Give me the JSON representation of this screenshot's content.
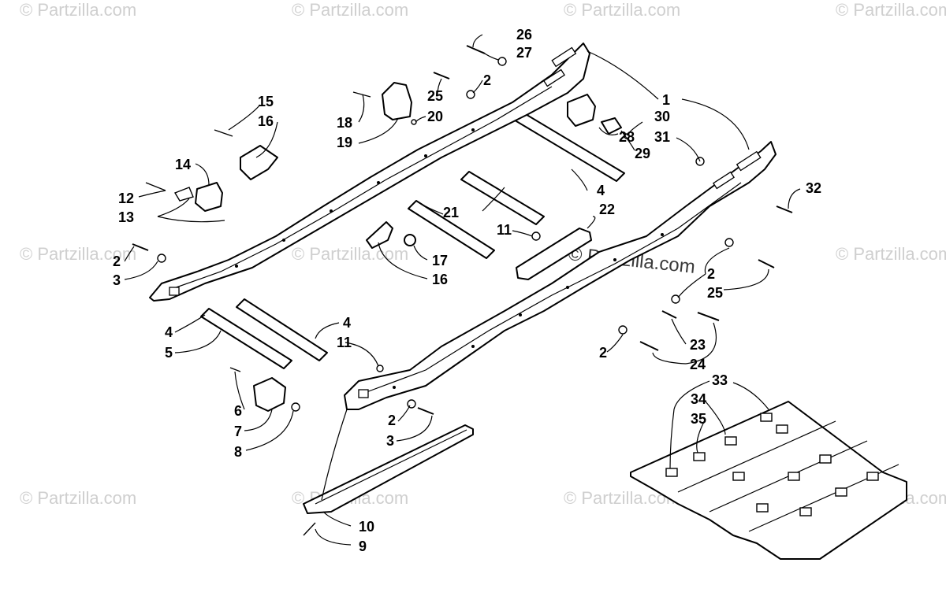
{
  "watermark": "© Partzilla.com",
  "diagram_code": "",
  "callouts": [
    "1",
    "2",
    "3",
    "4",
    "5",
    "6",
    "7",
    "8",
    "9",
    "10",
    "11",
    "12",
    "13",
    "14",
    "15",
    "16",
    "17",
    "18",
    "19",
    "20",
    "21",
    "22",
    "23",
    "24",
    "25",
    "26",
    "27",
    "28",
    "29",
    "30",
    "31",
    "32",
    "33",
    "34",
    "35"
  ],
  "colors": {
    "line": "#000000",
    "watermark": "#cfcfcf",
    "background": "#ffffff"
  }
}
